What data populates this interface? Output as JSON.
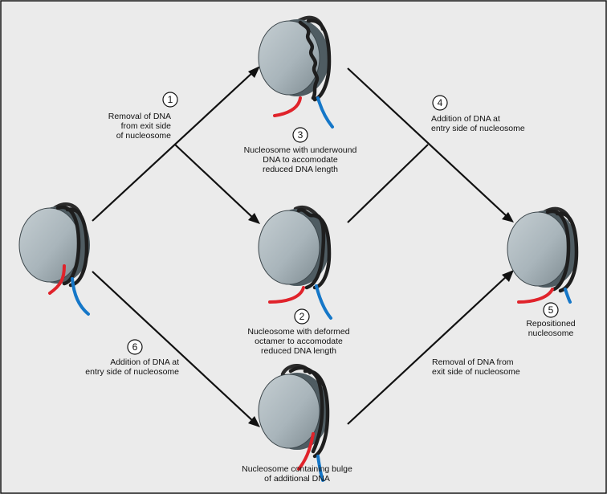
{
  "steps": [
    {
      "number": "1",
      "label_lines": [
        "Removal of DNA",
        "from exit side",
        "of nucleosome"
      ]
    },
    {
      "number": "2",
      "label_lines": [
        "Nucleosome with deformed",
        "octamer to accomodate",
        "reduced DNA length"
      ]
    },
    {
      "number": "3",
      "label_lines": [
        "Nucleosome with underwound",
        "DNA to accomodate",
        "reduced DNA length"
      ]
    },
    {
      "number": "4",
      "label_lines": [
        "Addition of DNA at",
        "entry side of nucleosome"
      ]
    },
    {
      "number": "5",
      "label_lines": [
        "Repositioned",
        "nucleosome"
      ]
    },
    {
      "number": "6",
      "label_lines": [
        "Addition of DNA at",
        "entry side of nucleosome"
      ]
    }
  ],
  "extra_labels": {
    "bulge": [
      "Nucleosome containing bulge",
      "of additional DNA"
    ],
    "lower_right": [
      "Removal of DNA from",
      "exit side of nucleosome"
    ]
  },
  "colors": {
    "background": "#ebebeb",
    "histone_face": "#a9b5bb",
    "histone_edge": "#4f5c62",
    "dna": "#1e1e1e",
    "dna_exit": "#e0232b",
    "dna_entry": "#1577c8"
  }
}
